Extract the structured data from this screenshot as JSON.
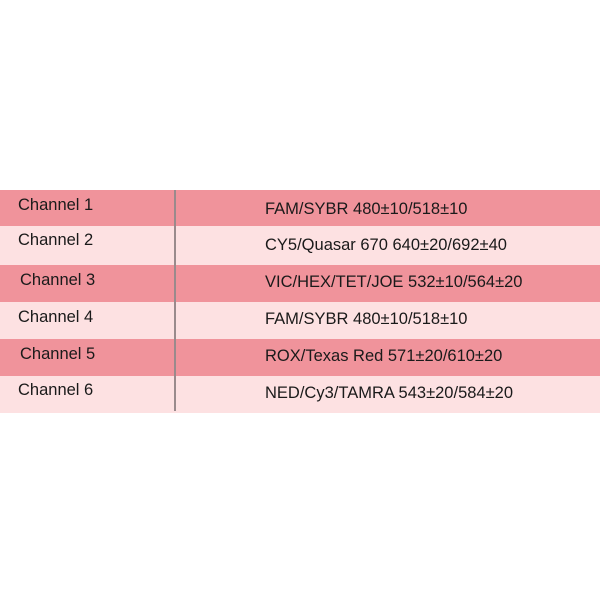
{
  "table": {
    "rows": [
      {
        "channel": "Channel 1",
        "dye": "FAM/SYBR 480±10/518±10",
        "shade": "dark"
      },
      {
        "channel": "Channel 2",
        "dye": "CY5/Quasar 670 640±20/692±40",
        "shade": "light"
      },
      {
        "channel": "Channel 3",
        "dye": "VIC/HEX/TET/JOE 532±10/564±20",
        "shade": "dark"
      },
      {
        "channel": "Channel 4",
        "dye": "FAM/SYBR 480±10/518±10",
        "shade": "light"
      },
      {
        "channel": "Channel 5",
        "dye": "ROX/Texas Red 571±20/610±20",
        "shade": "dark"
      },
      {
        "channel": "Channel 6",
        "dye": "NED/Cy3/TAMRA 543±20/584±20",
        "shade": "light"
      }
    ]
  },
  "colors": {
    "row_dark": "#f0939b",
    "row_light": "#fde1e2",
    "divider": "#9a8a8c",
    "text": "#1a1a1a"
  }
}
